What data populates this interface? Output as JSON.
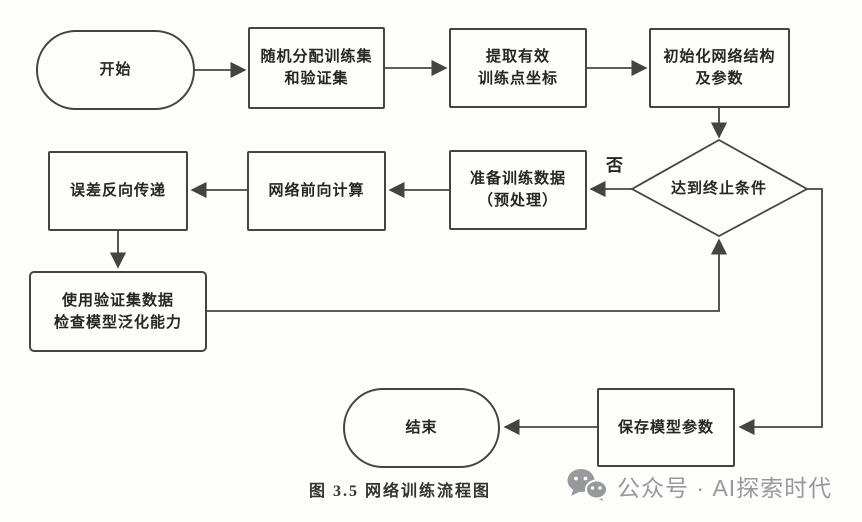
{
  "diagram": {
    "title": "网络训练流程图",
    "nodes": {
      "start": {
        "shape": "terminator",
        "label": "开始"
      },
      "split_sets": {
        "shape": "process",
        "label": "随机分配训练集\n和验证集"
      },
      "extract_points": {
        "shape": "process",
        "label": "提取有效\n训练点坐标"
      },
      "init_network": {
        "shape": "process",
        "label": "初始化网络结构\n及参数"
      },
      "stop_condition": {
        "shape": "decision",
        "label": "达到终止条件"
      },
      "prepare_data": {
        "shape": "process",
        "label": "准备训练数据\n（预处理）"
      },
      "forward_pass": {
        "shape": "process",
        "label": "网络前向计算"
      },
      "backprop": {
        "shape": "process",
        "label": "误差反向传递"
      },
      "validate": {
        "shape": "process",
        "label": "使用验证集数据\n检查模型泛化能力"
      },
      "save_params": {
        "shape": "process",
        "label": "保存模型参数"
      },
      "end": {
        "shape": "terminator",
        "label": "结束"
      }
    },
    "edge_labels": {
      "no": "否"
    },
    "edges": [
      {
        "from": "start",
        "to": "split_sets"
      },
      {
        "from": "split_sets",
        "to": "extract_points"
      },
      {
        "from": "extract_points",
        "to": "init_network"
      },
      {
        "from": "init_network",
        "to": "stop_condition"
      },
      {
        "from": "stop_condition",
        "to": "prepare_data",
        "label": "否"
      },
      {
        "from": "prepare_data",
        "to": "forward_pass"
      },
      {
        "from": "forward_pass",
        "to": "backprop"
      },
      {
        "from": "backprop",
        "to": "validate"
      },
      {
        "from": "validate",
        "to": "stop_condition"
      },
      {
        "from": "stop_condition",
        "to": "save_params"
      },
      {
        "from": "save_params",
        "to": "end"
      }
    ],
    "caption": "图 3.5  网络训练流程图",
    "watermark": {
      "icon": "wechat-icon",
      "text": "公众号 · AI探索时代"
    },
    "colors": {
      "line": "#444444",
      "text": "#262626",
      "watermark": "#98999b",
      "background": "#fdfdfb"
    }
  }
}
